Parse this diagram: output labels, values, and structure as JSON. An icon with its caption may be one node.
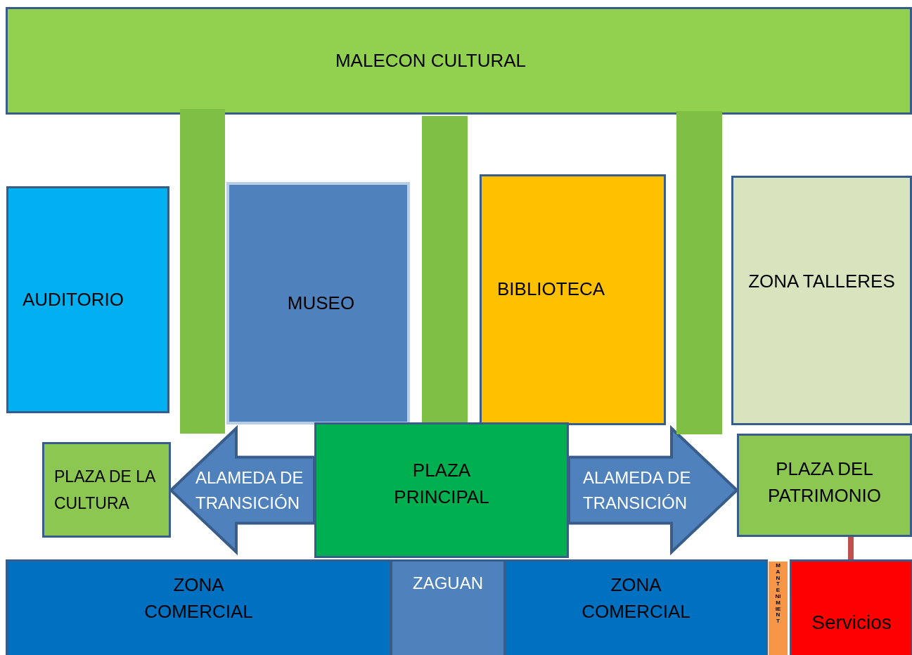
{
  "diagram": {
    "nodes": [
      {
        "text": [
          "MALECON CULTURAL"
        ]
      },
      {
        "text": [],
        "shape": "bar"
      },
      {
        "text": [],
        "shape": "bar"
      },
      {
        "text": [],
        "shape": "bar"
      },
      {
        "text": [
          "AUDITORIO"
        ]
      },
      {
        "text": [
          "MUSEO"
        ]
      },
      {
        "text": [
          "BIBLIOTECA"
        ]
      },
      {
        "text": [
          "ZONA TALLERES"
        ]
      },
      {
        "text": [
          "PLAZA  DE LA CULTURA"
        ]
      },
      {
        "text": [
          "PLAZA PRINCIPAL"
        ]
      },
      {
        "text": [
          "PLAZA DEL PATRIMONIO"
        ]
      },
      {
        "text": [
          "ZONA COMERCIAL"
        ]
      },
      {
        "text": [
          "ZAGUAN"
        ]
      },
      {
        "text": [
          "ZONA COMERCIAL"
        ]
      },
      {
        "text": [
          "MANTENIMIENT"
        ]
      },
      {
        "text": [
          "Servicios"
        ]
      }
    ],
    "edges": [
      {
        "from": 9,
        "to": 8,
        "arrow": "to",
        "label": "ALAMEDA DE TRANSICIÓN",
        "style": "thick"
      },
      {
        "from": 9,
        "to": 10,
        "arrow": "to",
        "label": "ALAMEDA DE TRANSICIÓN",
        "style": "thick"
      },
      {
        "from": 10,
        "to": 15,
        "arrow": "none",
        "color": "#c0504d"
      }
    ]
  }
}
